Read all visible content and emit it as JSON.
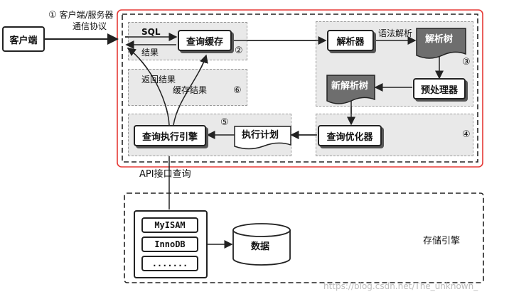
{
  "labels": {
    "client": "客户端",
    "protocol_num": "①",
    "protocol_line1": "客户端/服务器",
    "protocol_line2": "通信协议",
    "sql": "SQL",
    "result": "结果",
    "query_cache": "查询缓存",
    "num2": "②",
    "return_result": "返回结果",
    "cache_result": "缓存结果",
    "num6": "⑥",
    "parser": "解析器",
    "syntax_parse": "语法解析",
    "parse_tree": "解析树",
    "num3": "③",
    "preprocessor": "预处理器",
    "new_parse_tree": "新解析树",
    "query_optimizer": "查询优化器",
    "num4": "④",
    "exec_plan": "执行计划",
    "num5": "⑤",
    "query_engine": "查询执行引擎",
    "api_query": "API接口查询",
    "myisam": "MyISAM",
    "innodb": "InnoDB",
    "dots": ".......",
    "data": "数据",
    "storage_engine": "存储引擎",
    "watermark": "https://blog.csdn.net/The_unknown_"
  },
  "colors": {
    "server_border": "#e53935",
    "panel_bg": "#e9e9e9",
    "dark_doc": "#6e6e6e"
  }
}
